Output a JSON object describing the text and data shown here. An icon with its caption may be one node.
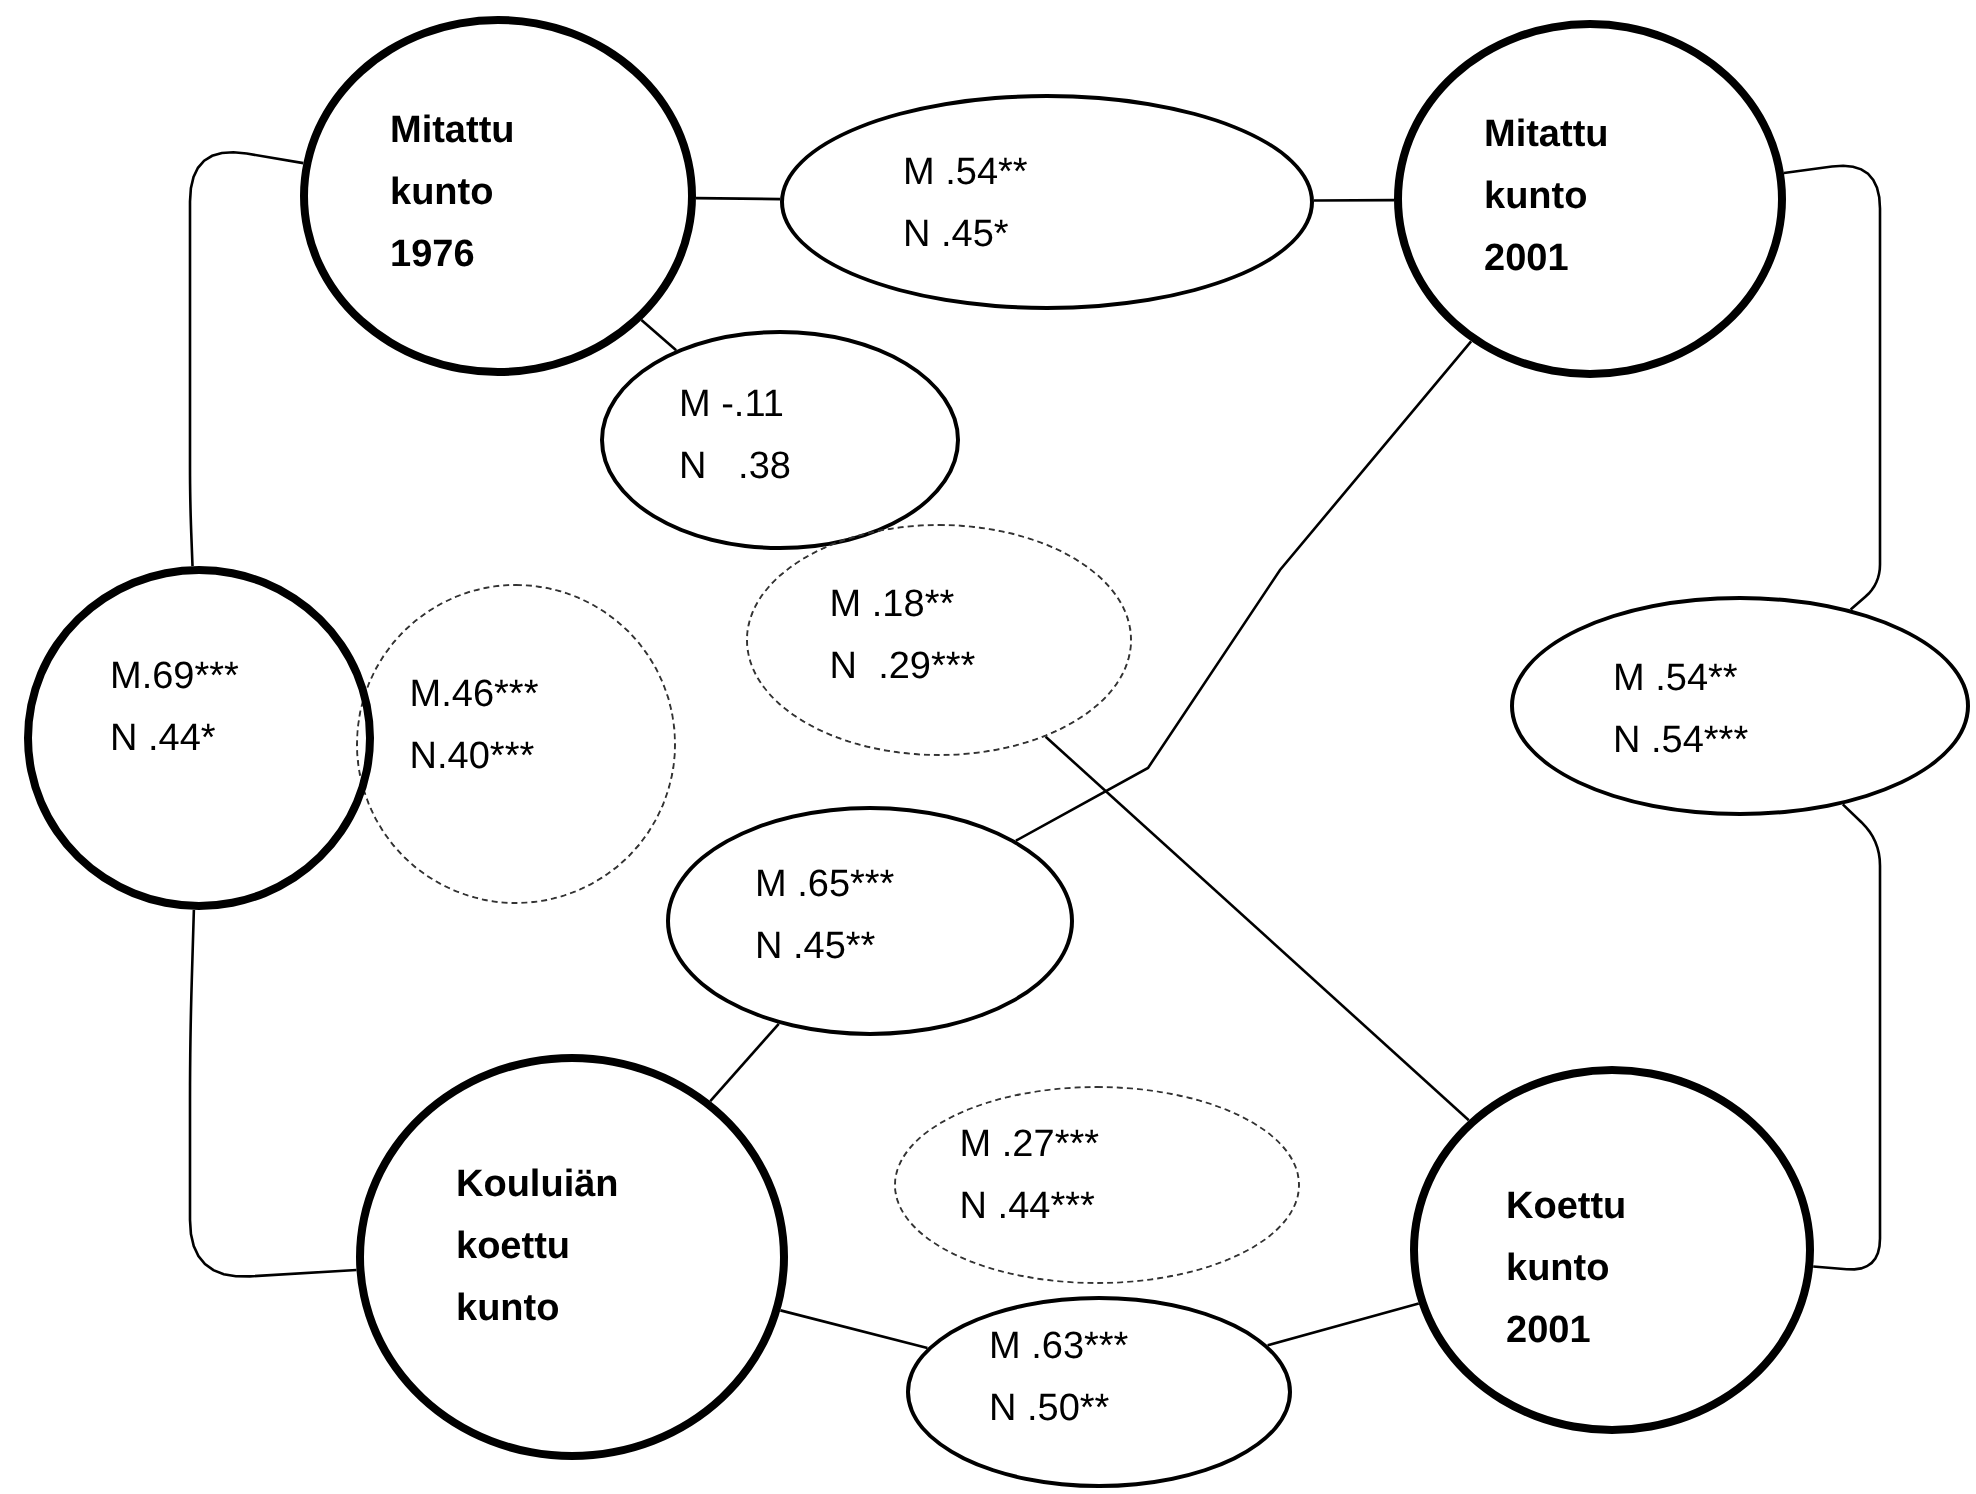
{
  "diagram": {
    "nodes": [
      {
        "text": [
          "Mitattu kunto 1976"
        ]
      },
      {
        "text": [
          "M .54**",
          "N .45*"
        ]
      },
      {
        "text": [
          "Mitattu kunto 2001"
        ]
      },
      {
        "text": [
          "M -.11",
          "N   .38"
        ]
      },
      {
        "text": [
          "M .18**",
          "N  .29***"
        ]
      },
      {
        "text": [
          "M.69***",
          "N .44*"
        ]
      },
      {
        "text": [
          "M.46***",
          "N.40***"
        ]
      },
      {
        "text": [
          "M .54**",
          "N .54***"
        ]
      },
      {
        "text": [
          "M .65***",
          "N .45**"
        ]
      },
      {
        "text": [
          "Kouluiän koettu kunto"
        ]
      },
      {
        "text": [
          "M .27***",
          "N .44***"
        ]
      },
      {
        "text": [
          "Koettu kunto 2001"
        ]
      },
      {
        "text": [
          "M .63***",
          "N .50**"
        ]
      }
    ],
    "edges": [
      {
        "from": 0,
        "to": 1,
        "arrow": "none"
      },
      {
        "from": 1,
        "to": 2,
        "arrow": "none"
      },
      {
        "from": 0,
        "to": 3,
        "arrow": "none"
      },
      {
        "from": 0,
        "to": 5,
        "arrow": "none"
      },
      {
        "from": 5,
        "to": 9,
        "arrow": "none"
      },
      {
        "from": 2,
        "to": 7,
        "arrow": "none"
      },
      {
        "from": 7,
        "to": 11,
        "arrow": "none"
      },
      {
        "from": 2,
        "to": 8,
        "arrow": "none"
      },
      {
        "from": 8,
        "to": 9,
        "arrow": "none"
      },
      {
        "from": 4,
        "to": 11,
        "arrow": "none"
      },
      {
        "from": 9,
        "to": 12,
        "arrow": "none"
      },
      {
        "from": 12,
        "to": 11,
        "arrow": "none"
      }
    ]
  }
}
